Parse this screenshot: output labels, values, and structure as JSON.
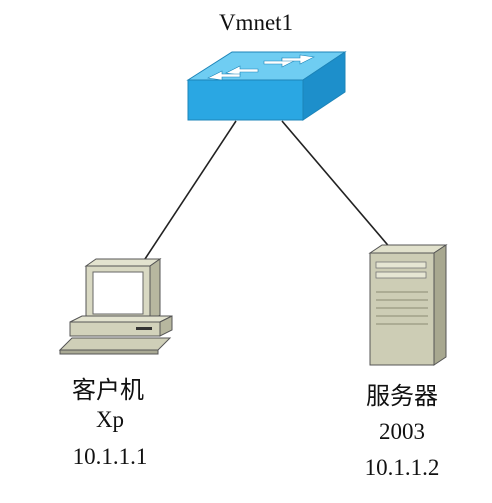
{
  "diagram": {
    "switch": {
      "label": "Vmnet1",
      "icon": "network-switch-icon",
      "color": "#2aa7e3"
    },
    "client": {
      "name": "客户机",
      "os": "Xp",
      "ip": "10.1.1.1",
      "icon": "desktop-computer-icon"
    },
    "server": {
      "name": "服务器",
      "os": "2003",
      "ip": "10.1.1.2",
      "icon": "tower-server-icon"
    }
  }
}
